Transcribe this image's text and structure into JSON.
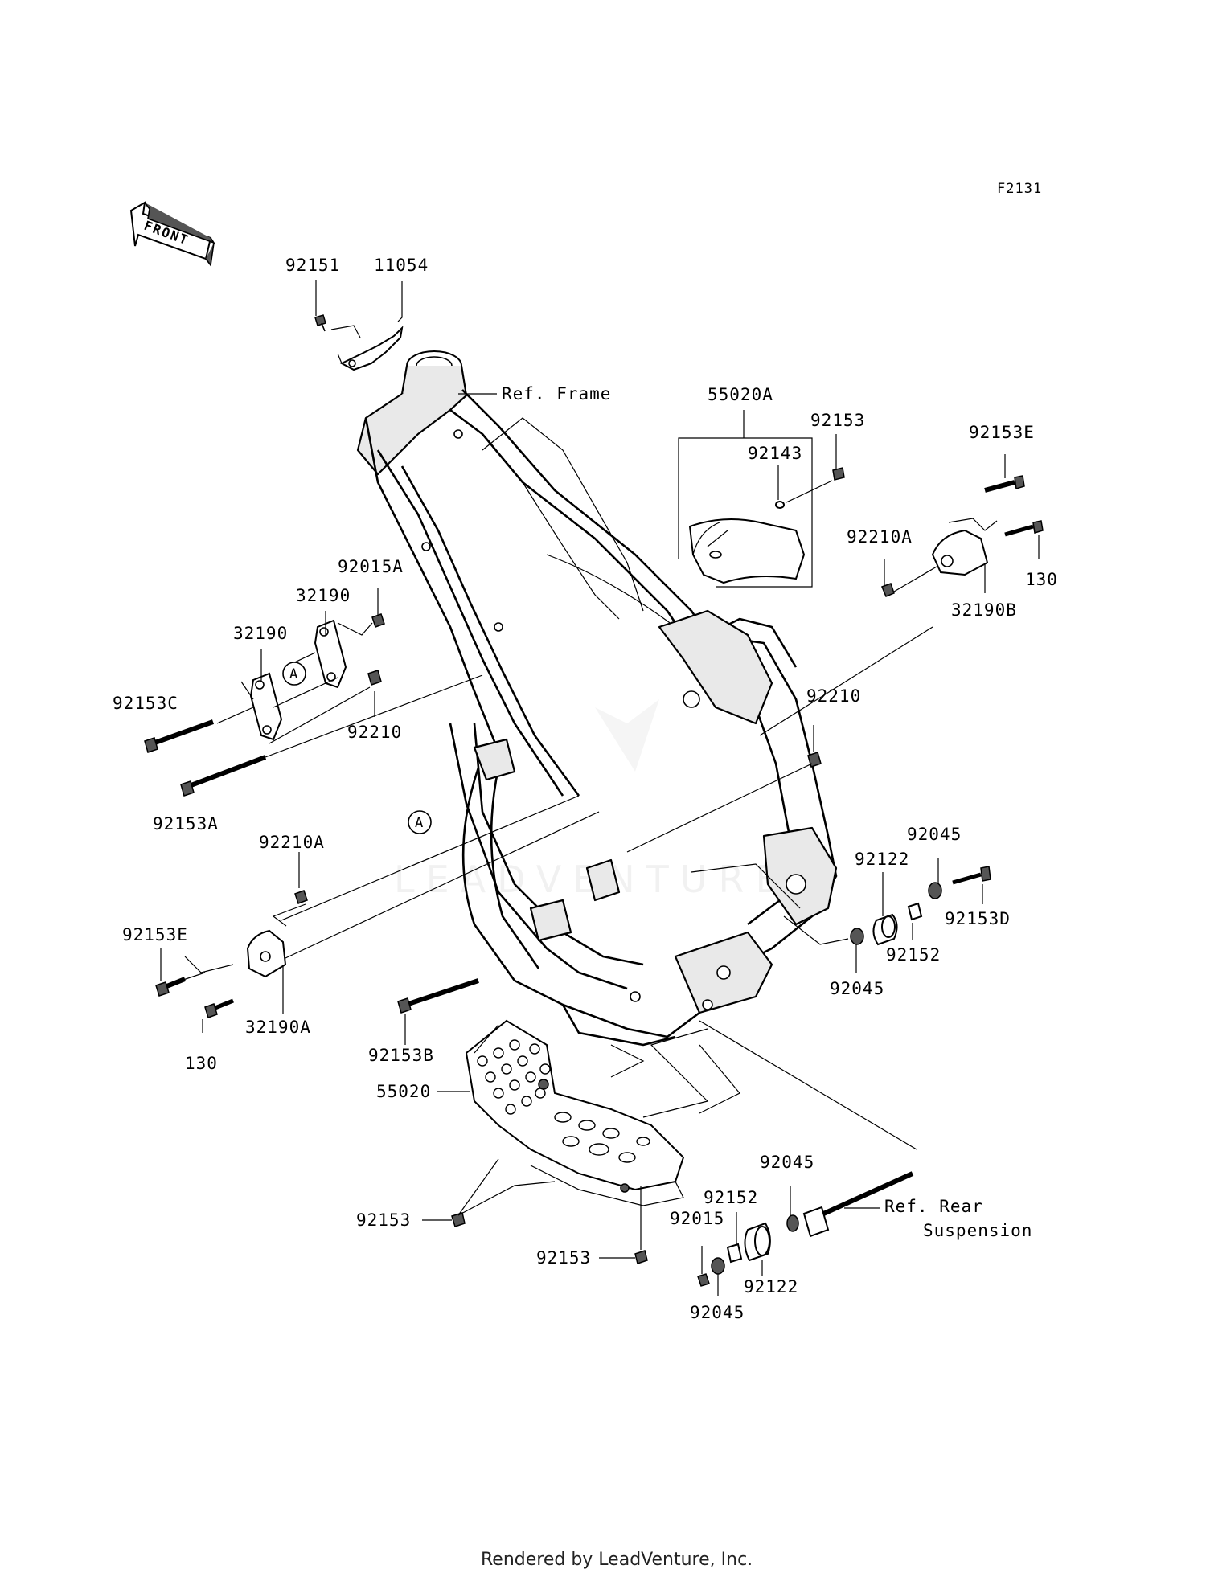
{
  "figure_id": "F2131",
  "front_arrow_label": "FRONT",
  "watermark": "LEADVENTURE",
  "footer": "Rendered by LeadVenture, Inc.",
  "callout_letter": "A",
  "refs": {
    "frame": "Ref. Frame",
    "rear_line1": "Ref. Rear",
    "rear_line2": "Suspension"
  },
  "part_labels": [
    {
      "id": "p92151",
      "text": "92151"
    },
    {
      "id": "p11054",
      "text": "11054"
    },
    {
      "id": "p55020A",
      "text": "55020A"
    },
    {
      "id": "p92153a",
      "text": "92153"
    },
    {
      "id": "p92143",
      "text": "92143"
    },
    {
      "id": "p92153E1",
      "text": "92153E"
    },
    {
      "id": "p92210A1",
      "text": "92210A"
    },
    {
      "id": "p130a",
      "text": "130"
    },
    {
      "id": "p32190B",
      "text": "32190B"
    },
    {
      "id": "p92015A",
      "text": "92015A"
    },
    {
      "id": "p32190a",
      "text": "32190"
    },
    {
      "id": "p32190b",
      "text": "32190"
    },
    {
      "id": "p92153C",
      "text": "92153C"
    },
    {
      "id": "p92210a",
      "text": "92210"
    },
    {
      "id": "p92153A",
      "text": "92153A"
    },
    {
      "id": "p92210b",
      "text": "92210"
    },
    {
      "id": "p92210A2",
      "text": "92210A"
    },
    {
      "id": "p92045a",
      "text": "92045"
    },
    {
      "id": "p92122a",
      "text": "92122"
    },
    {
      "id": "p92153D",
      "text": "92153D"
    },
    {
      "id": "p92152a",
      "text": "92152"
    },
    {
      "id": "p92045b",
      "text": "92045"
    },
    {
      "id": "p92153E2",
      "text": "92153E"
    },
    {
      "id": "p32190A",
      "text": "32190A"
    },
    {
      "id": "p130b",
      "text": "130"
    },
    {
      "id": "p92153B",
      "text": "92153B"
    },
    {
      "id": "p55020",
      "text": "55020"
    },
    {
      "id": "p92153b",
      "text": "92153"
    },
    {
      "id": "p92153c",
      "text": "92153"
    },
    {
      "id": "p92045c",
      "text": "92045"
    },
    {
      "id": "p92152b",
      "text": "92152"
    },
    {
      "id": "p92015",
      "text": "92015"
    },
    {
      "id": "p92122b",
      "text": "92122"
    },
    {
      "id": "p92045d",
      "text": "92045"
    }
  ]
}
